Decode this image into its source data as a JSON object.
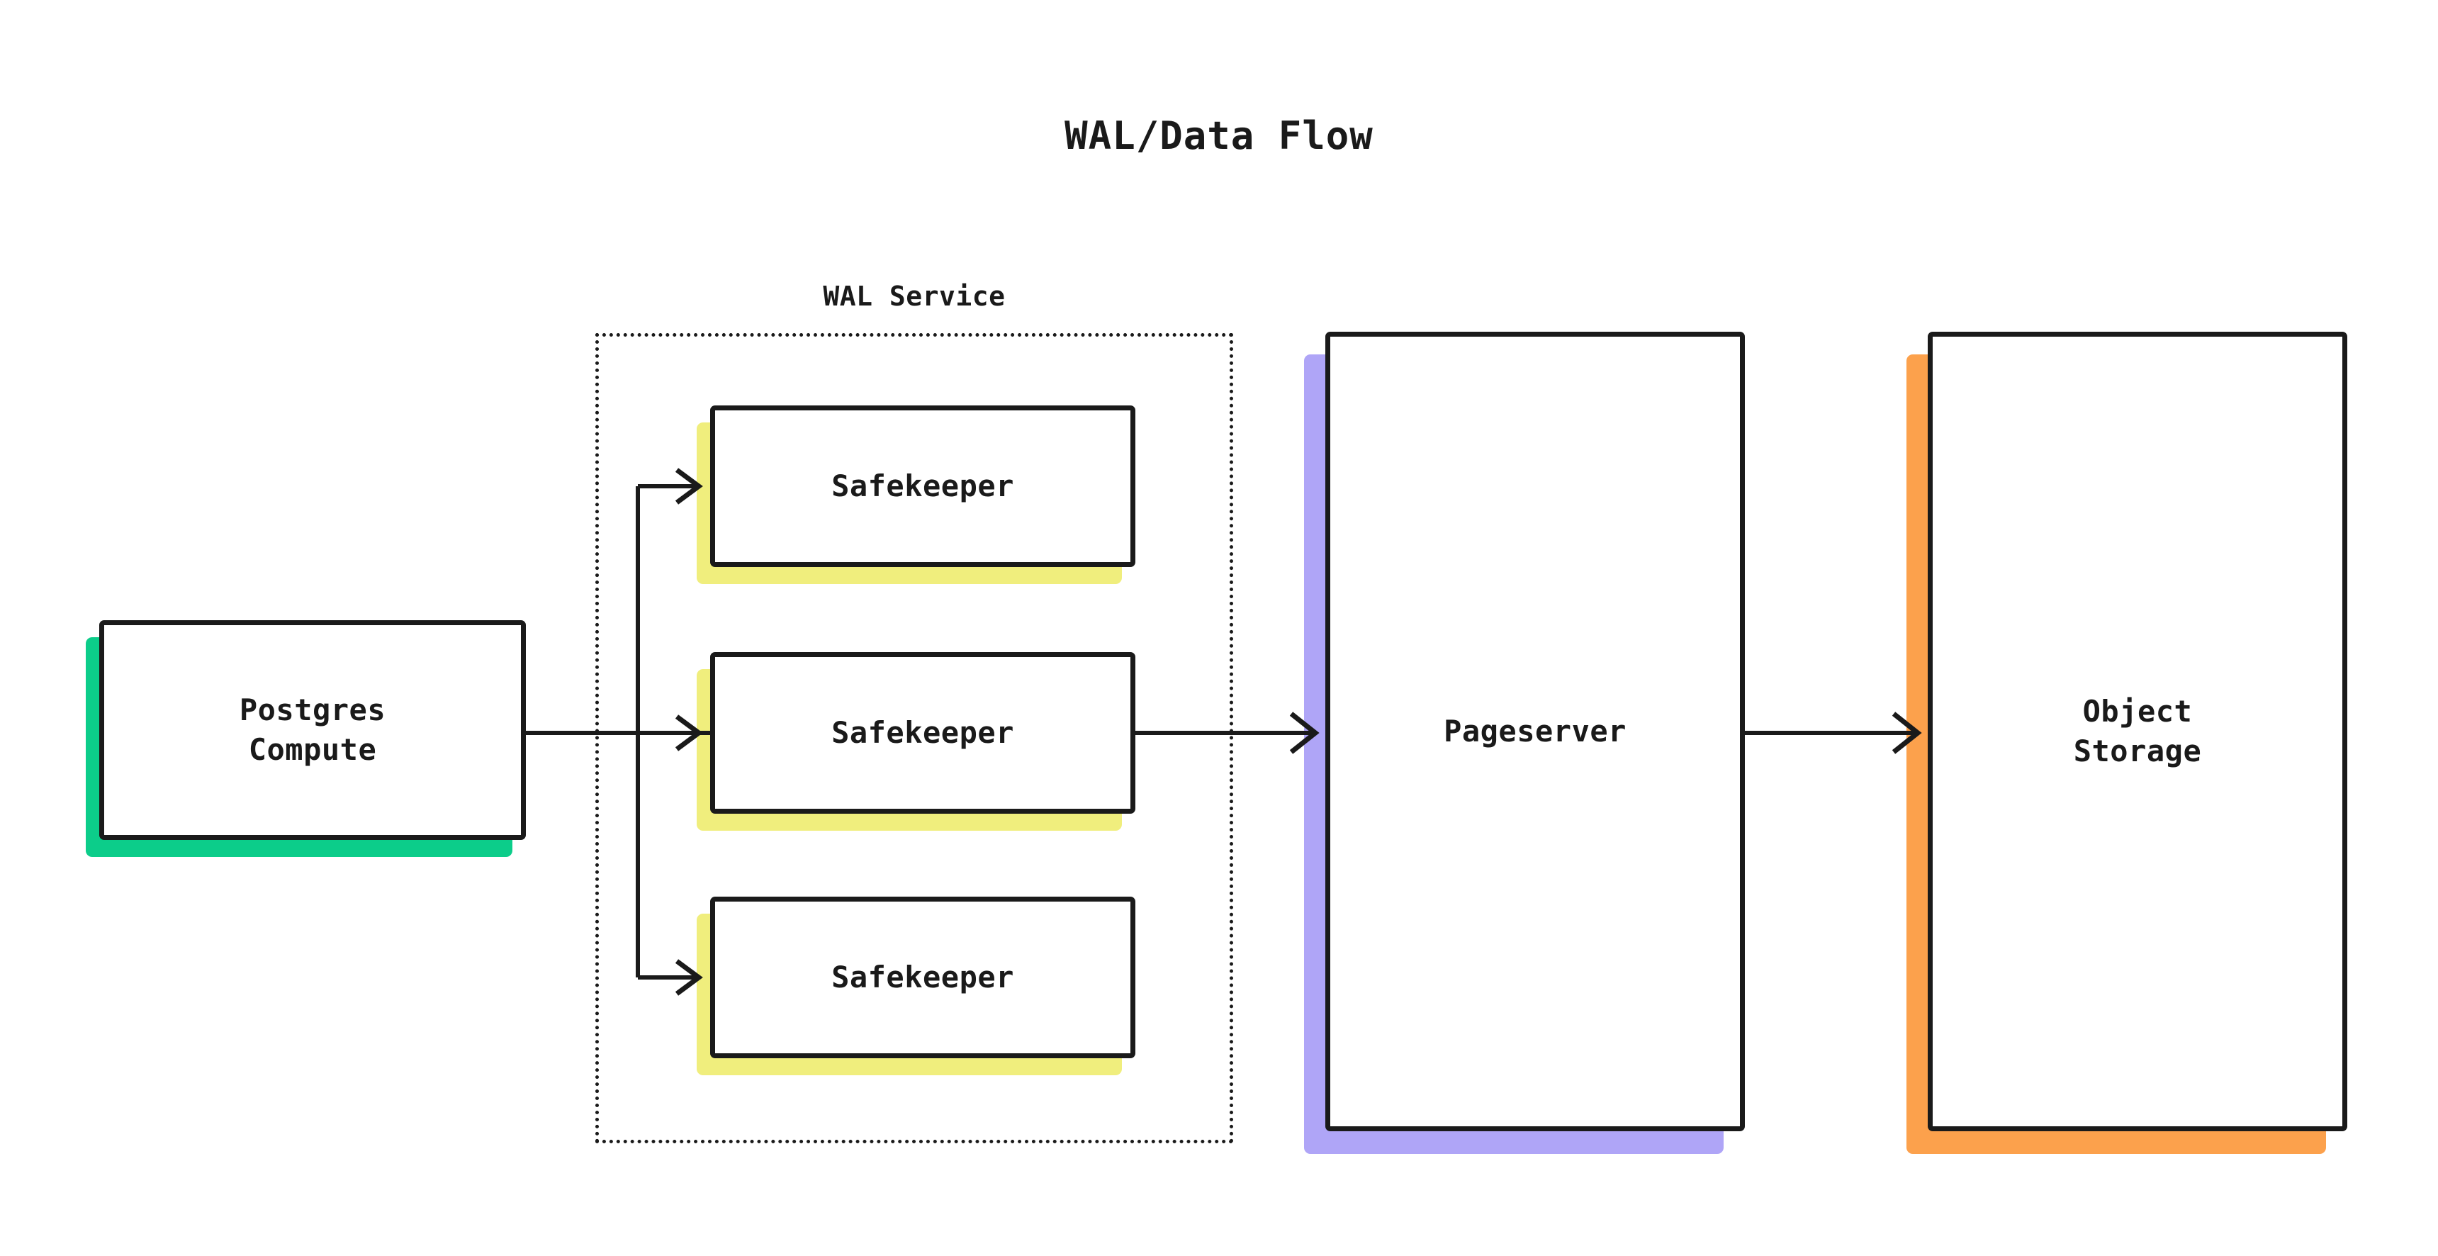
{
  "diagram": {
    "title": "WAL/Data Flow",
    "background_color": "#ffffff",
    "stroke_color": "#1a1a1a",
    "type": "flow-diagram"
  },
  "group": {
    "label": "WAL Service",
    "border_style": "dotted"
  },
  "nodes": {
    "postgres": {
      "label": "Postgres\nCompute",
      "accent_color": "#0ccd8a"
    },
    "safekeeper_1": {
      "label": "Safekeeper",
      "accent_color": "#f0ee7d"
    },
    "safekeeper_2": {
      "label": "Safekeeper",
      "accent_color": "#f0ee7d"
    },
    "safekeeper_3": {
      "label": "Safekeeper",
      "accent_color": "#f0ee7d"
    },
    "pageserver": {
      "label": "Pageserver",
      "accent_color": "#afa5f7"
    },
    "object_storage": {
      "label": "Object\nStorage",
      "accent_color": "#fca14c"
    }
  },
  "edges": [
    {
      "from": "postgres",
      "to": "safekeeper_1",
      "style": "orthogonal-arrow"
    },
    {
      "from": "postgres",
      "to": "safekeeper_2",
      "style": "straight-arrow"
    },
    {
      "from": "postgres",
      "to": "safekeeper_3",
      "style": "orthogonal-arrow"
    },
    {
      "from": "safekeeper_2",
      "to": "pageserver",
      "style": "straight-arrow"
    },
    {
      "from": "pageserver",
      "to": "object_storage",
      "style": "straight-arrow"
    }
  ]
}
